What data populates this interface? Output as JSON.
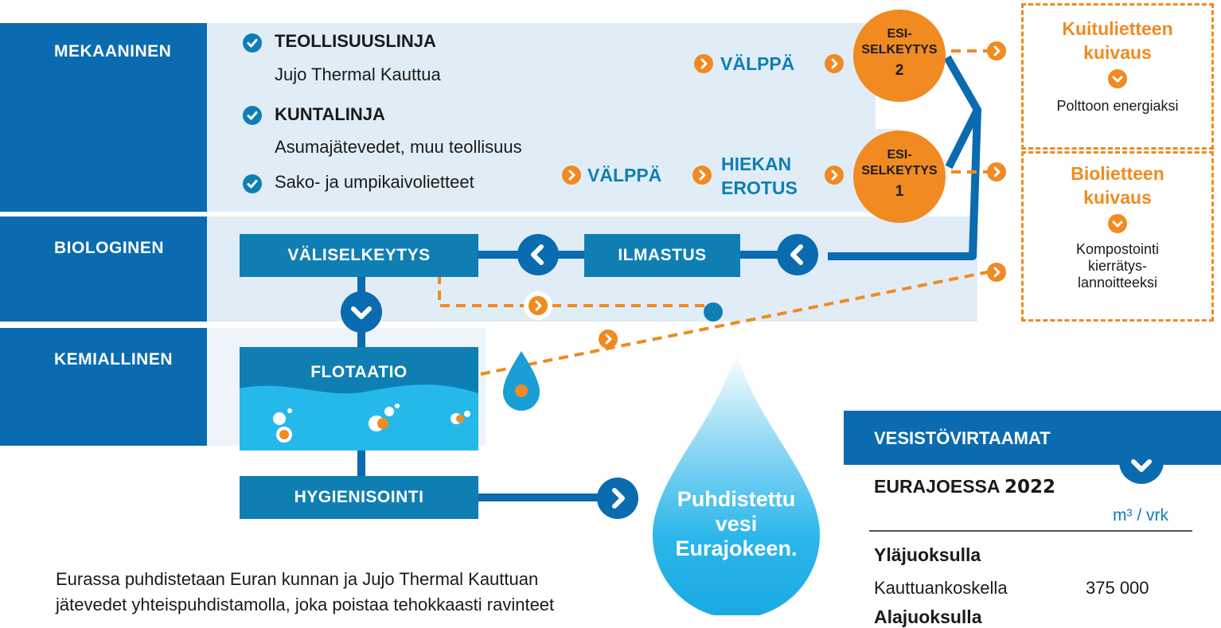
{
  "stages": {
    "mechanical": "MEKAANINEN",
    "biological": "BIOLOGINEN",
    "chemical": "KEMIALLINEN"
  },
  "sources": {
    "industry_title": "TEOLLISUUSLINJA",
    "industry_sub": "Jujo Thermal Kauttua",
    "municipal_title": "KUNTALINJA",
    "municipal_sub": "Asumajätevedet, muu teollisuus",
    "septic": "Sako- ja umpikaivolietteet"
  },
  "steps": {
    "screen_1": "VÄLPPÄ",
    "screen_2": "VÄLPPÄ",
    "grit_line1": "HIEKAN",
    "grit_line2": "EROTUS",
    "presettle_2_line1": "ESI-",
    "presettle_2_line2": "SELKEYTYS",
    "presettle_2_num": "2",
    "presettle_1_line1": "ESI-",
    "presettle_1_line2": "SELKEYTYS",
    "presettle_1_num": "1",
    "aeration": "ILMASTUS",
    "intermediate": "VÄLISELKEYTYS",
    "flotation": "FLOTAATIO",
    "hygienisation": "HYGIENISOINTI"
  },
  "sludge": {
    "fiber_title_1": "Kuitulietteen",
    "fiber_title_2": "kuivaus",
    "fiber_use": "Polttoon energiaksi",
    "bio_title_1": "Biolietteen",
    "bio_title_2": "kuivaus",
    "bio_use_1": "Kompostointi",
    "bio_use_2": "kierrätys-",
    "bio_use_3": "lannoitteeksi"
  },
  "output": {
    "line1": "Puhdistettu",
    "line2": "vesi",
    "line3": "Eurajokeen."
  },
  "flows": {
    "header": "VESISTÖVIRTAAMAT",
    "subtitle_prefix": "EURAJOESSA ",
    "subtitle_year": "2022",
    "unit": "m³ / vrk",
    "upper_label": "Yläjuoksulla",
    "upper_place": "Kauttuankoskella",
    "upper_value": "375 000",
    "lower_label": "Alajuoksulla"
  },
  "description": {
    "line1": "Eurassa puhdistetaan Euran kunnan ja Jujo Thermal Kauttuan",
    "line2": "jätevedet yhteispuhdistamolla, joka poistaa tehokkaasti ravinteet"
  },
  "colors": {
    "dark_blue": "#0a6bb0",
    "process_blue": "#0f7fb3",
    "orange": "#f08a21",
    "band": "#e1edf6",
    "water": "#29b9ea"
  }
}
